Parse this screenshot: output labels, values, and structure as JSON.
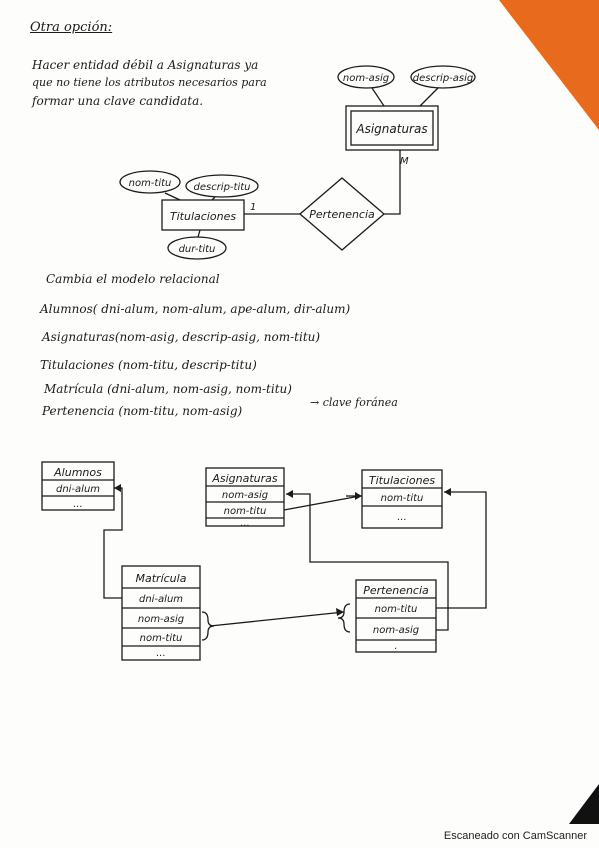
{
  "title": "Otra opción:",
  "note_lines": [
    "Hacer entidad débil a Asignaturas ya",
    "que no tiene los atributos necesarios para",
    "formar una clave candidata."
  ],
  "er": {
    "entities": [
      "Asignaturas",
      "Titulaciones"
    ],
    "relationship": "Pertenencia",
    "attributes": {
      "asignaturas": [
        "nom-asig",
        "descrip-asig"
      ],
      "titulaciones": [
        "nom-titu",
        "descrip-titu",
        "dur-titu"
      ]
    },
    "cardinality": {
      "titulaciones": "1",
      "asignaturas": "M"
    }
  },
  "relational": {
    "heading": "Cambia el modelo relacional",
    "lines": [
      "Alumnos( dni-alum, nom-alum, ape-alum, dir-alum)",
      "Asignaturas(nom-asig, descrip-asig, nom-titu)",
      "Titulaciones (nom-titu, descrip-titu)",
      "Matrícula (dni-alum, nom-asig, nom-titu)",
      "Pertenencia (nom-titu, nom-asig)"
    ],
    "annotation": "→ clave foránea"
  },
  "tables": {
    "alumnos": {
      "name": "Alumnos",
      "rows": [
        "dni-alum",
        "..."
      ]
    },
    "asignaturas": {
      "name": "Asignaturas",
      "rows": [
        "nom-asig",
        "nom-titu",
        "..."
      ]
    },
    "titulaciones": {
      "name": "Titulaciones",
      "rows": [
        "nom-titu",
        "..."
      ]
    },
    "matricula": {
      "name": "Matrícula",
      "rows": [
        "dni-alum",
        "nom-asig",
        "nom-titu",
        "..."
      ]
    },
    "pertenencia": {
      "name": "Pertenencia",
      "rows": [
        "nom-titu",
        "nom-asig",
        "."
      ]
    }
  },
  "footer": "Escaneado con CamScanner"
}
